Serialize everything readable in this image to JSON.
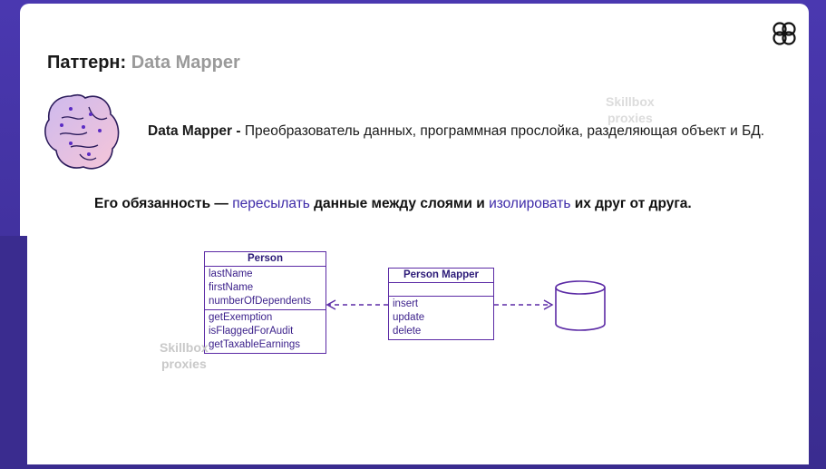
{
  "title": {
    "prefix": "Паттерн:",
    "name": "Data Mapper"
  },
  "definition": {
    "term": "Data Mapper -",
    "text": "Преобразователь данных, программная прослойка, разделяющая объект и БД."
  },
  "responsibility": {
    "part1": "Его обязанность — ",
    "verb1": "пересылать",
    "part2": " данные между слоями и ",
    "verb2": "изолировать",
    "part3": " их друг от друга."
  },
  "watermark": {
    "line1": "Skillbox",
    "line2": "proxies"
  },
  "person_class": {
    "name": "Person",
    "attributes": [
      "lastName",
      "firstName",
      "numberOfDependents"
    ],
    "methods": [
      "getExemption",
      "isFlaggedForAudit",
      "getTaxableEarnings"
    ]
  },
  "mapper_class": {
    "name": "Person Mapper",
    "methods": [
      "insert",
      "update",
      "delete"
    ]
  },
  "colors": {
    "accent": "#3d2aa8",
    "uml_border": "#5b2aa5",
    "frame": "#3a2c8f"
  }
}
